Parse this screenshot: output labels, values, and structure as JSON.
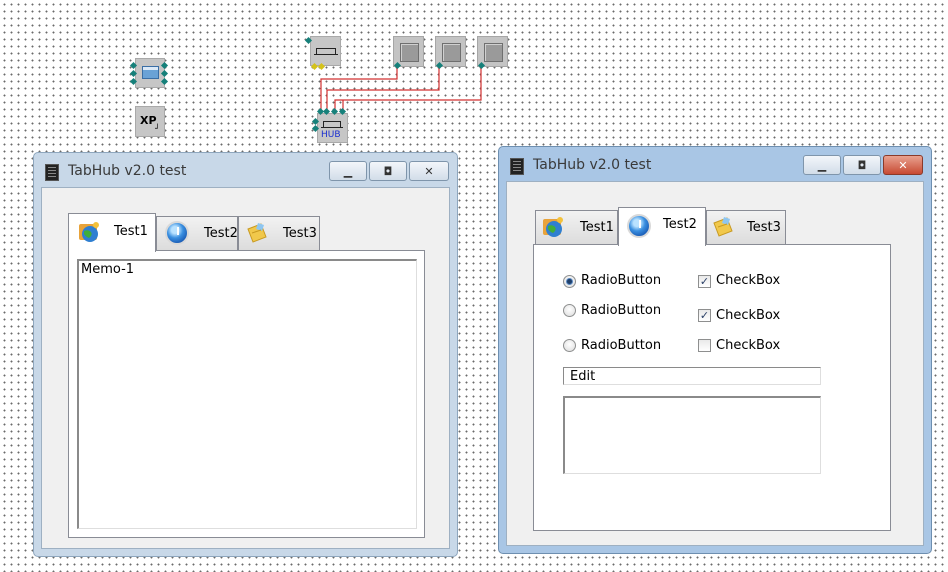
{
  "design_components": {
    "tab_component_label": "HUB",
    "xp_label": "XP"
  },
  "window_left": {
    "title": "TabHub v2.0 test",
    "tabs": [
      {
        "label": "Test1",
        "icon": "globe-icon",
        "selected": true
      },
      {
        "label": "Test2",
        "icon": "clock-icon",
        "selected": false
      },
      {
        "label": "Test3",
        "icon": "note-icon",
        "selected": false
      }
    ],
    "memo_text": "Memo-1"
  },
  "window_right": {
    "title": "TabHub v2.0 test",
    "tabs": [
      {
        "label": "Test1",
        "icon": "globe-icon",
        "selected": false
      },
      {
        "label": "Test2",
        "icon": "clock-icon",
        "selected": true
      },
      {
        "label": "Test3",
        "icon": "note-icon",
        "selected": false
      }
    ],
    "radios": [
      {
        "label": "RadioButton",
        "checked": true
      },
      {
        "label": "RadioButton",
        "checked": false
      },
      {
        "label": "RadioButton",
        "checked": false
      }
    ],
    "checkboxes": [
      {
        "label": "CheckBox",
        "checked": true
      },
      {
        "label": "CheckBox",
        "checked": true
      },
      {
        "label": "CheckBox",
        "checked": false
      }
    ],
    "edit_value": "Edit",
    "memo_text": ""
  },
  "colors": {
    "wire": "#d23030",
    "pin": "#16807a"
  }
}
